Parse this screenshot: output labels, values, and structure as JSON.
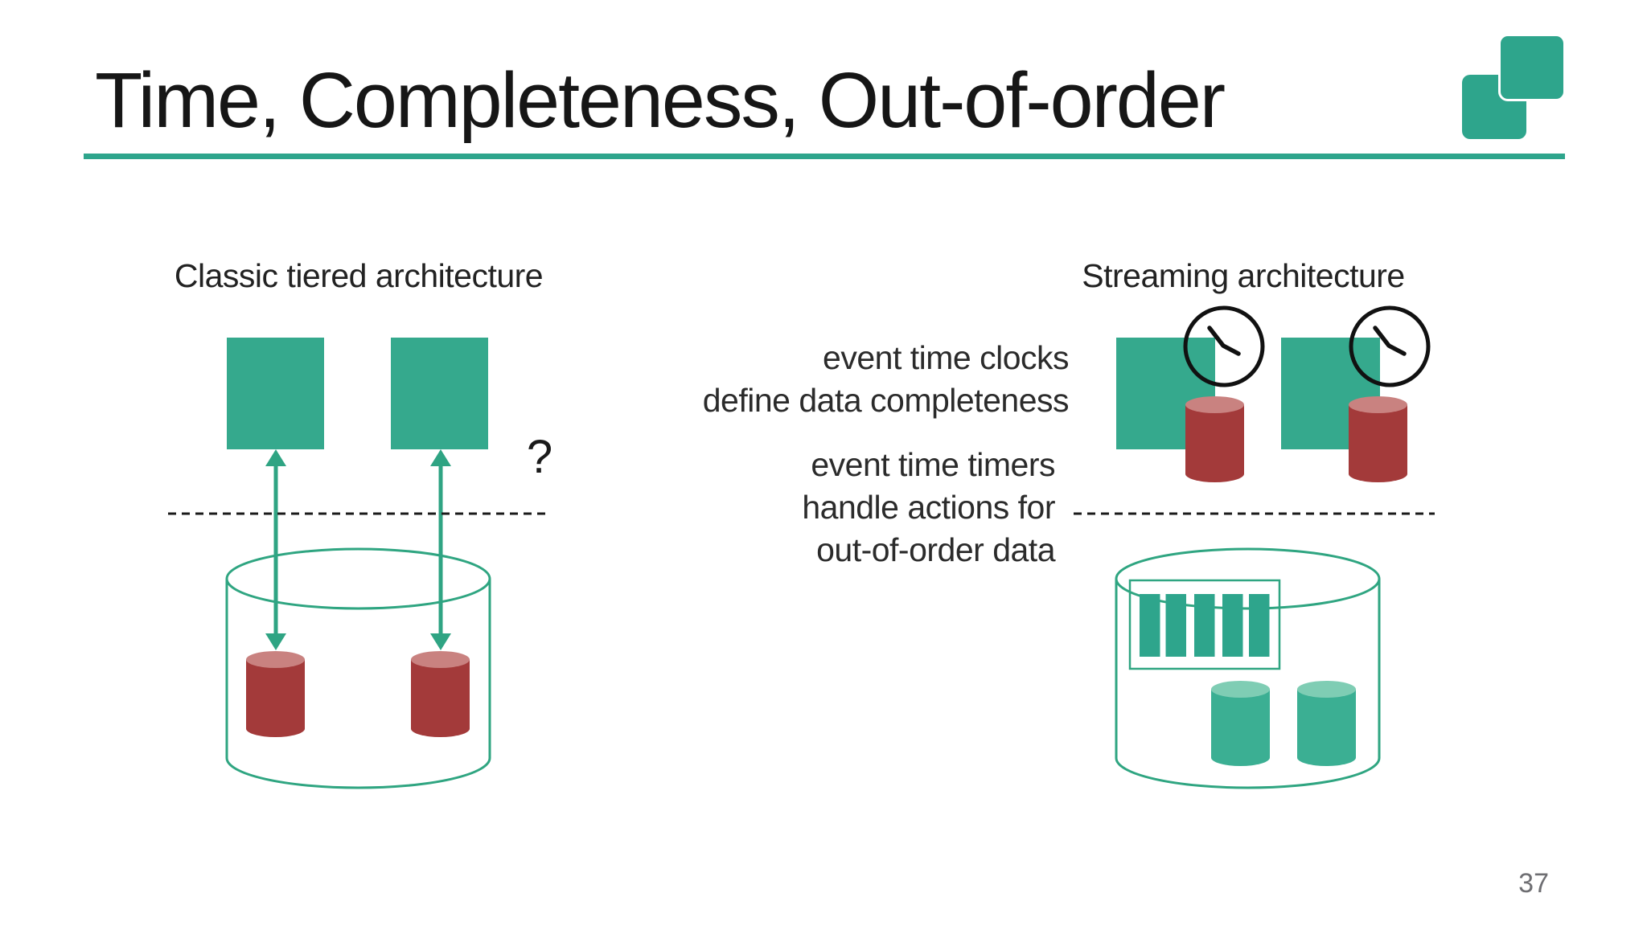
{
  "slide": {
    "title": "Time, Completeness, Out-of-order",
    "page_number": "37"
  },
  "left": {
    "heading": "Classic tiered architecture",
    "question_mark": "?"
  },
  "right": {
    "heading": "Streaming architecture",
    "clocks_note_line1": "event time clocks",
    "clocks_note_line2": "define data completeness",
    "timers_note_line1": "event time timers",
    "timers_note_line2": "handle actions for",
    "timers_note_line3": "out-of-order data"
  },
  "icons": [
    "clock-icon",
    "database-cylinder-icon",
    "state-cylinder-icon",
    "stream-buffer-bars-icon",
    "bidirectional-arrow-icon",
    "logo-squares-icon"
  ],
  "colors": {
    "accent_teal": "#2EA58C",
    "square_fill": "#35A98D",
    "cylinder_outline": "#2FA581",
    "arrow_green": "#2FA483",
    "state_red": "#A33A3A",
    "state_red_top": "#C98280",
    "state_green": "#3BAF93",
    "state_green_top": "#7FCDB4",
    "text_dark": "#161616",
    "page_number_gray": "#6E6E72"
  }
}
